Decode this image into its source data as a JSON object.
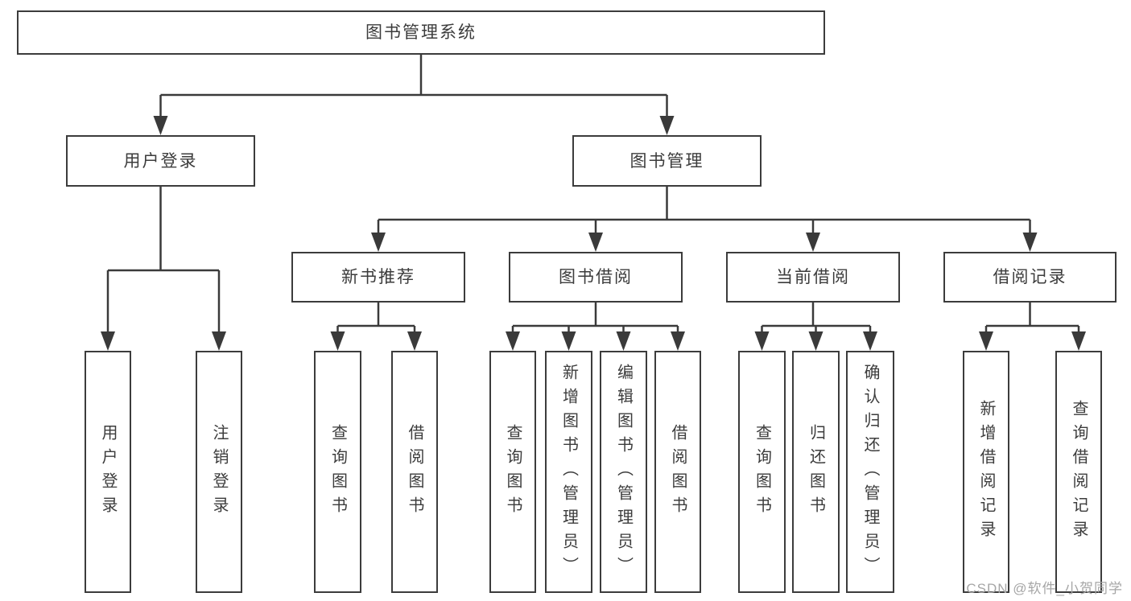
{
  "colors": {
    "line": "#3a3a3a",
    "text": "#3c3c3c",
    "box_background": "#ffffff",
    "watermark_text_color": "#a6a6a6"
  },
  "watermark": {
    "text": "CSDN @软件_小贺同学"
  },
  "tree": {
    "label": "图书管理系统",
    "children": [
      {
        "label": "用户登录",
        "children": [
          {
            "label": "用户登录"
          },
          {
            "label": "注销登录"
          }
        ]
      },
      {
        "label": "图书管理",
        "children": [
          {
            "label": "新书推荐",
            "children": [
              {
                "label": "查询图书"
              },
              {
                "label": "借阅图书"
              }
            ]
          },
          {
            "label": "图书借阅",
            "children": [
              {
                "label": "查询图书"
              },
              {
                "label": "新增图书（管理员）"
              },
              {
                "label": "编辑图书（管理员）"
              },
              {
                "label": "借阅图书"
              }
            ]
          },
          {
            "label": "当前借阅",
            "children": [
              {
                "label": "查询图书"
              },
              {
                "label": "归还图书"
              },
              {
                "label": "确认归还（管理员）"
              }
            ]
          },
          {
            "label": "借阅记录",
            "children": [
              {
                "label": "新增借阅记录"
              },
              {
                "label": "查询借阅记录"
              }
            ]
          }
        ]
      }
    ]
  }
}
